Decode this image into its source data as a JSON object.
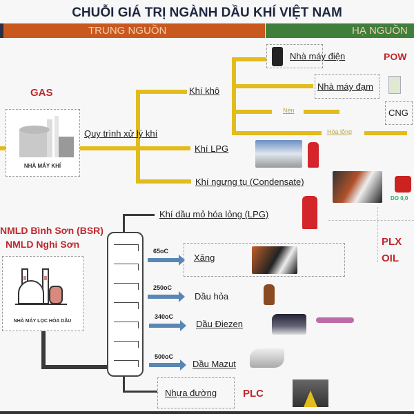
{
  "title": "CHUỖI GIÁ TRỊ NGÀNH DẦU KHÍ VIỆT NAM",
  "bands": {
    "midstream": "TRUNG NGUỒN",
    "downstream": "HẠ NGUỒN"
  },
  "gas": {
    "heading": "GAS",
    "plant_label": "NHÀ MÁY KHÍ",
    "process": "Quy trình xử lý khí",
    "dry_gas": "Khí khô",
    "lpg": "Khí LPG",
    "condensate": "Khí ngưng tụ (Condensate)",
    "compress": "Nén",
    "liquefy": "Hóa lỏng",
    "power_plant": "Nhà máy điện",
    "fertilizer_plant": "Nhà máy đạm",
    "cng": "CNG",
    "pow": "POW",
    "pump_label": "DO 0,0"
  },
  "refinery": {
    "name1": "NMLD Bình Sơn (BSR)",
    "name2": "NMLD Nghi Sơn",
    "plant_label": "NHÀ MÁY LỌC HÓA DẦU",
    "lpg": "Khí dầu mỏ hóa lỏng (LPG)",
    "products": [
      {
        "temp": "65oC",
        "name": "Xăng"
      },
      {
        "temp": "250oC",
        "name": "Dầu hỏa"
      },
      {
        "temp": "340oC",
        "name": "Dầu Điezen"
      },
      {
        "temp": "500oC",
        "name": "Dầu Mazut"
      }
    ],
    "asphalt": "Nhựa đường",
    "plx1": "PLX",
    "plx2": "OIL",
    "plc": "PLC"
  },
  "colors": {
    "midstream": "#c9581f",
    "downstream": "#3f7f3b",
    "gas_line": "#e2bc1d",
    "accent_red": "#c0262b"
  }
}
